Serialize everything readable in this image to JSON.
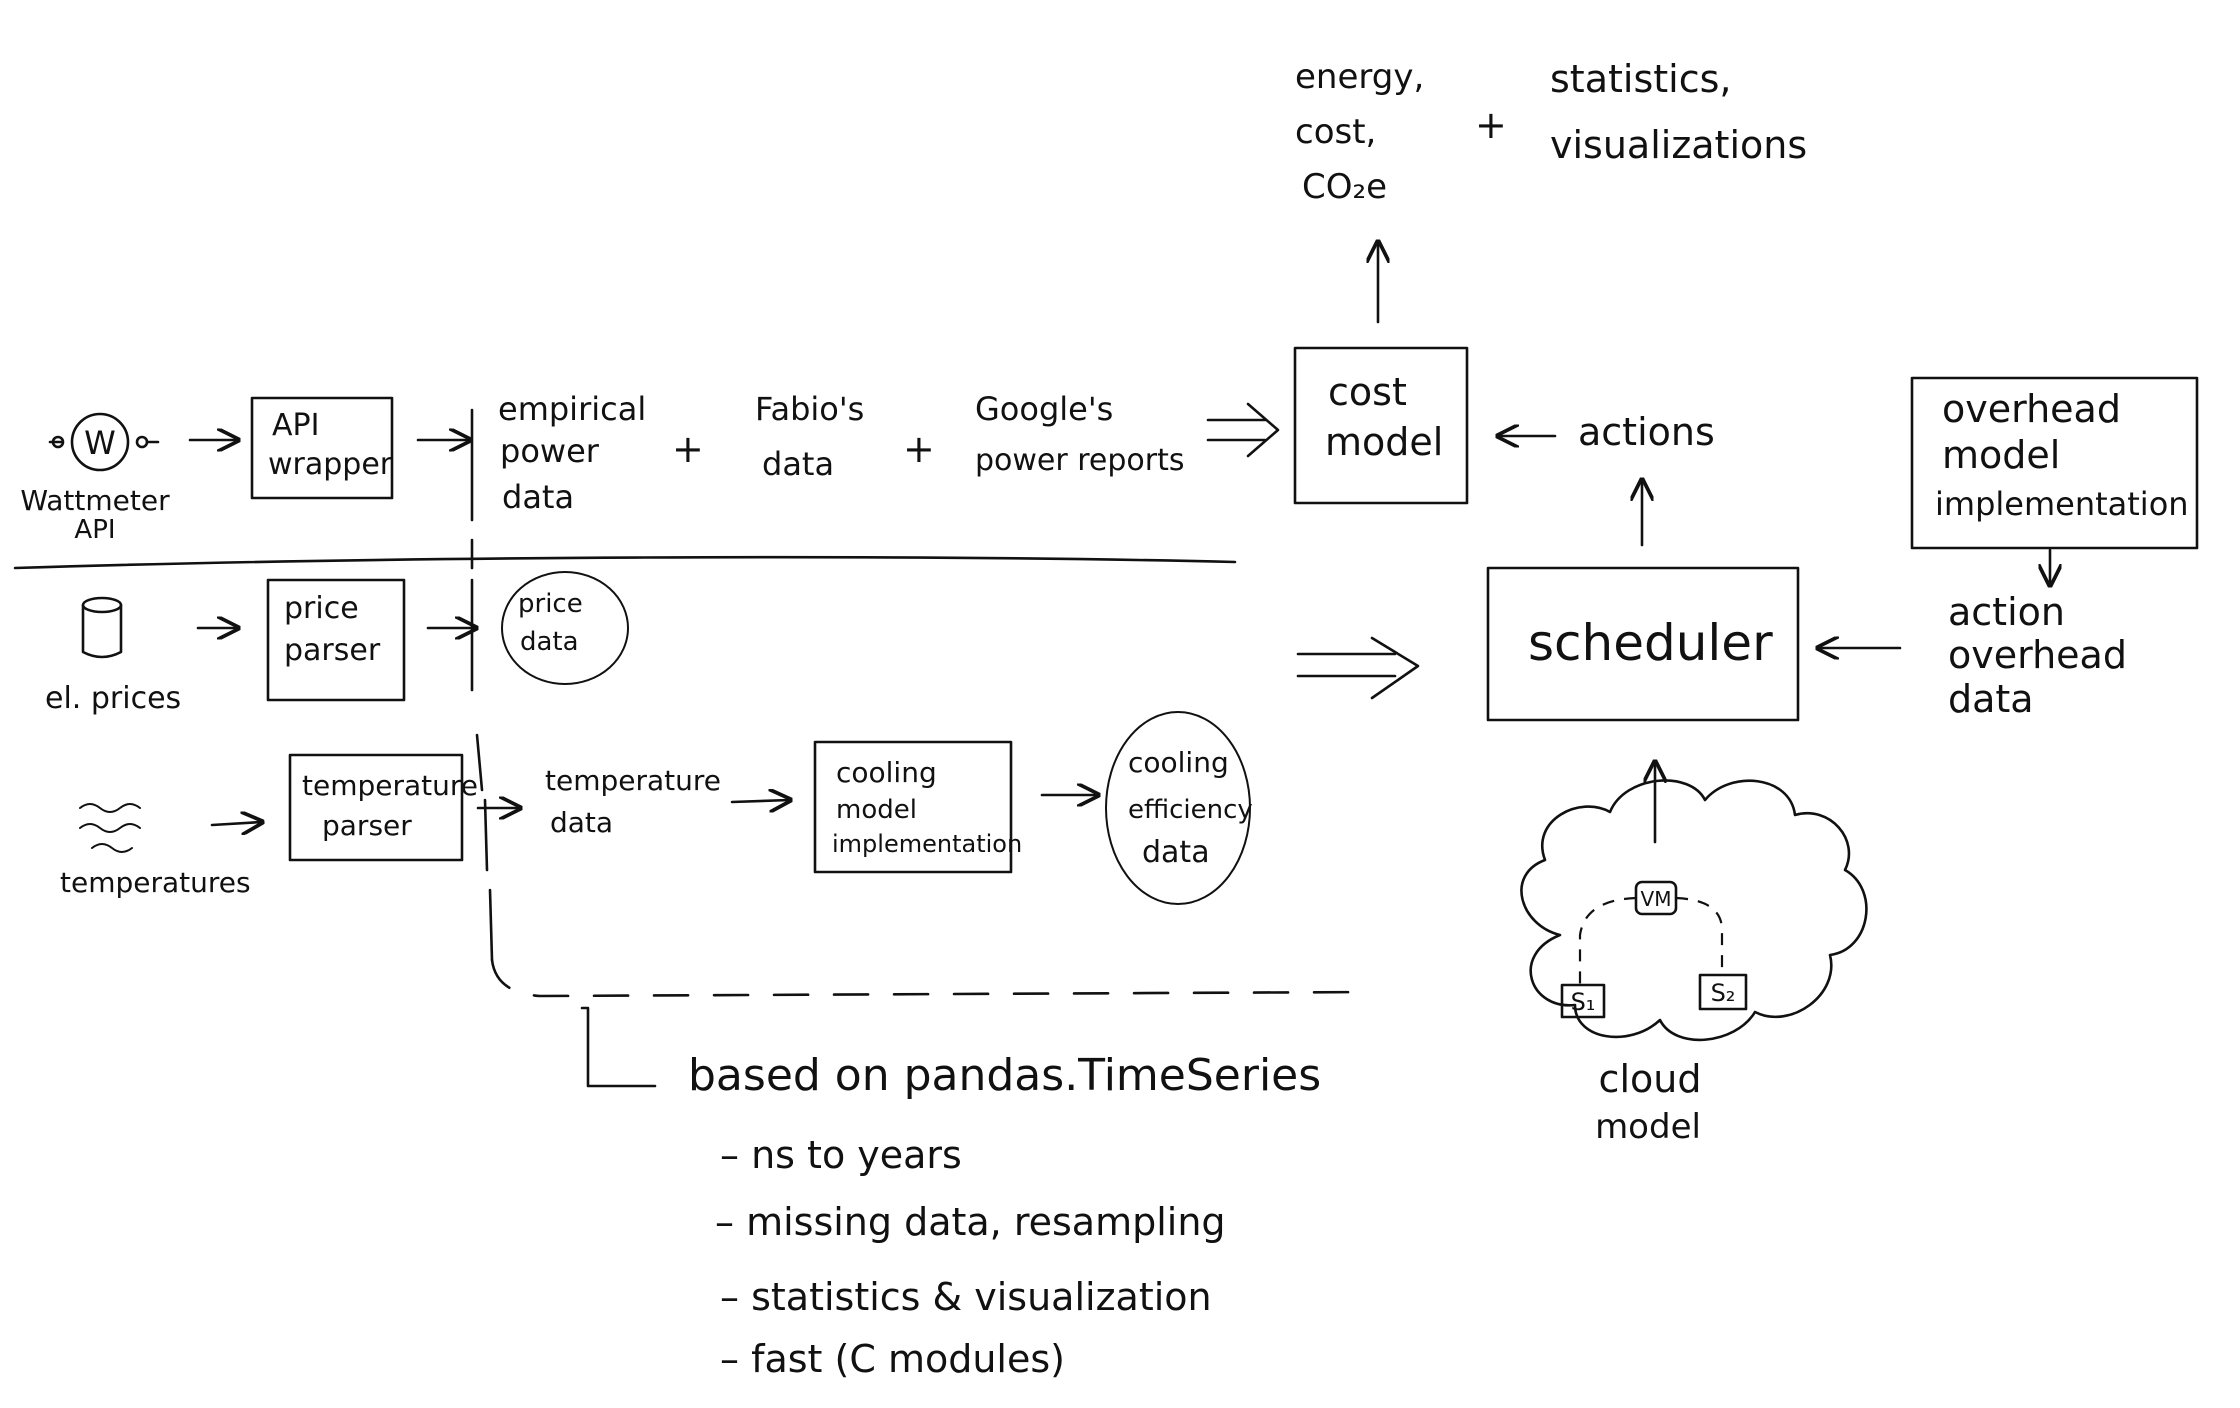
{
  "outputs": {
    "energy_cost_co2": [
      "energy,",
      "cost,",
      "CO₂e"
    ],
    "plus": "+",
    "statistics_visualizations": [
      "statistics,",
      "visualizations"
    ]
  },
  "wattmeter": {
    "symbol": "W",
    "label": [
      "Wattmeter",
      "API"
    ]
  },
  "api_wrapper": [
    "API",
    "wrapper"
  ],
  "empirical_power_data": [
    "empirical",
    "power",
    "data"
  ],
  "plus_1": "+",
  "fabios_data": [
    "Fabio's",
    "data"
  ],
  "plus_2": "+",
  "googles_power_reports": [
    "Google's",
    "power reports"
  ],
  "cost_model": [
    "cost",
    "model"
  ],
  "actions": "actions",
  "overhead_model_implementation": [
    "overhead",
    "model",
    "implementation"
  ],
  "action_overhead_data": [
    "action",
    "overhead",
    "data"
  ],
  "el_prices": "el. prices",
  "price_parser": [
    "price",
    "parser"
  ],
  "price_data": [
    "price",
    "data"
  ],
  "scheduler": "scheduler",
  "temperatures": "temperatures",
  "temperature_parser": [
    "temperature",
    "parser"
  ],
  "temperature_data": [
    "temperature",
    "data"
  ],
  "cooling_model_implementation": [
    "cooling",
    "model",
    "implementation"
  ],
  "cooling_efficiency_data": [
    "cooling",
    "efficiency",
    "data"
  ],
  "cloud": {
    "vm": "VM",
    "s1": "S₁",
    "s2": "S₂",
    "label": [
      "cloud",
      "model"
    ]
  },
  "notes": {
    "heading": "based on pandas.TimeSeries",
    "bullets": [
      "– ns to years",
      "– missing data, resampling",
      "– statistics & visualization",
      "– fast (C modules)"
    ]
  }
}
